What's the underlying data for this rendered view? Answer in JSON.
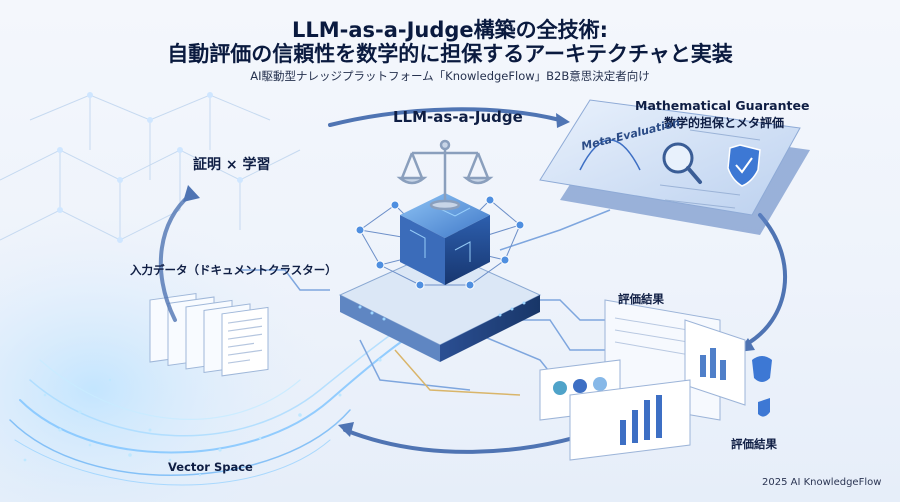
{
  "header": {
    "title_line1": "LLM-as-a-Judge構築の全技術:",
    "title_line2": "自動評価の信頼性を数学的に担保するアーキテクチャと実装",
    "subtitle": "AI駆動型ナレッジプラットフォーム「KnowledgeFlow」B2B意思決定者向け"
  },
  "labels": {
    "judge": "LLM-as-a-Judge",
    "math_en": "Mathematical Guarantee",
    "math_ja": "数学的担保とメタ評価",
    "meta": "Meta-Evaluation",
    "proof": "証明 × 学習",
    "input": "入力データ（ドキュメントクラスター）",
    "vector": "Vector Space",
    "result_top": "評価結果",
    "result_bottom": "評価結果"
  },
  "footer": {
    "copyright": "2025 AI KnowledgeFlow"
  },
  "colors": {
    "accent": "#3d6fc4",
    "arrow": "#4a6fae",
    "panel": "#6c8fcc",
    "node": "#5aa8ef",
    "glow": "#9fd6ff"
  }
}
